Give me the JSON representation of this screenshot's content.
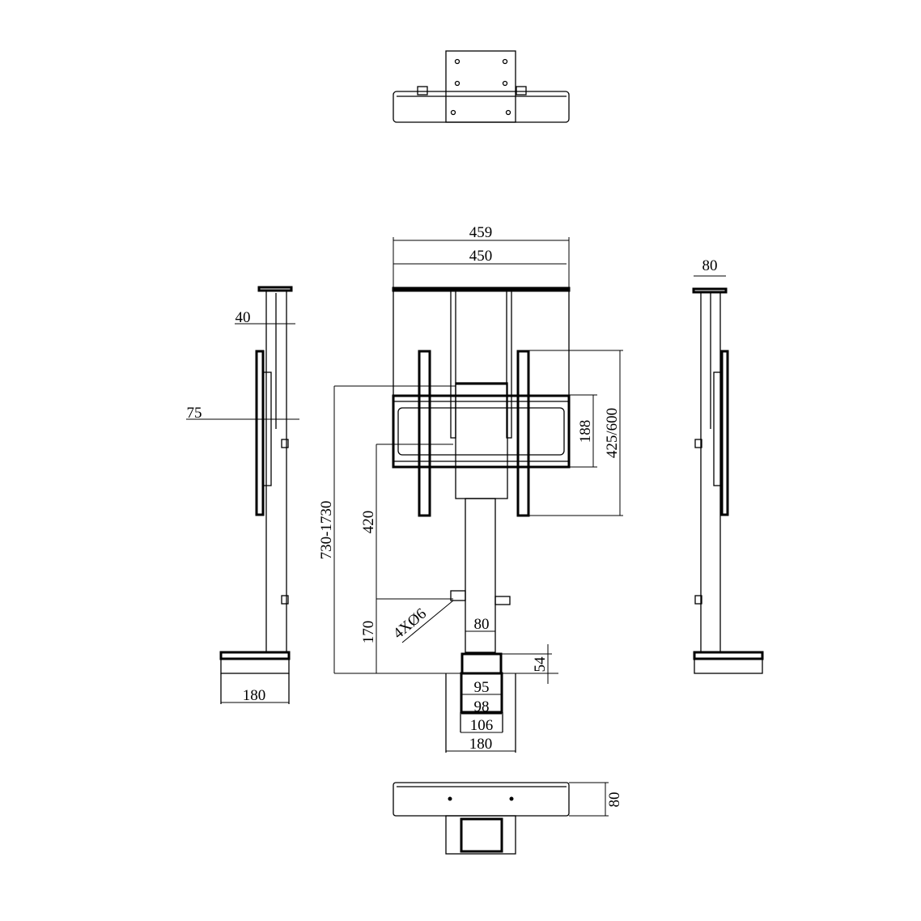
{
  "drawing": {
    "views": [
      "top-view",
      "front-view",
      "left-side-view",
      "right-side-view",
      "bottom-view"
    ],
    "dimensions": {
      "total_width": "459",
      "inner_width": "450",
      "vesa_vertical": "188",
      "bracket_height": "425/600",
      "height_range": "730-1730",
      "height_420": "420",
      "height_170": "170",
      "holes": "4XØ6",
      "column_width": "80",
      "base_height": "54",
      "base_95": "95",
      "base_98": "98",
      "base_106": "106",
      "base_180": "180",
      "side_40": "40",
      "side_75": "75",
      "side_base_180": "180",
      "side_top_80": "80",
      "bottom_depth_80": "80"
    }
  }
}
